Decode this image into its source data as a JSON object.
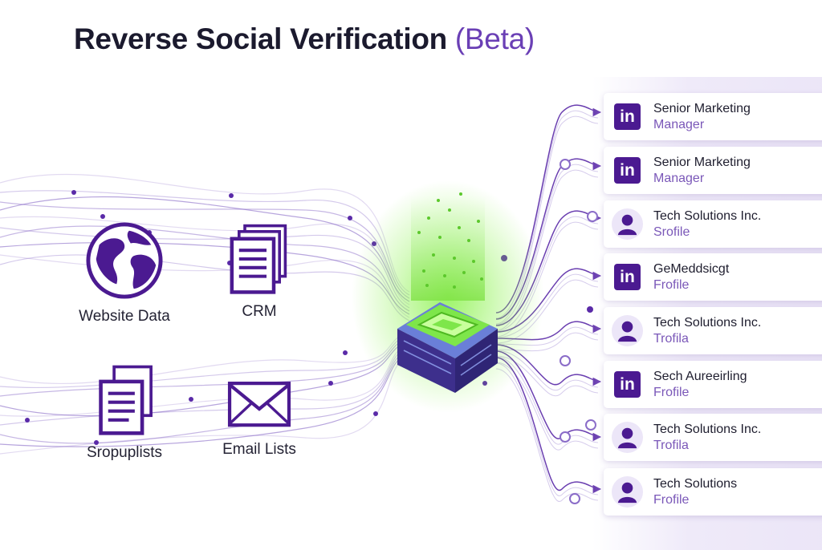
{
  "title": {
    "main": "Reverse Social Verification",
    "beta": "(Beta)"
  },
  "sources": [
    {
      "id": "website",
      "label": "Website Data",
      "icon": "globe-icon"
    },
    {
      "id": "crm",
      "label": "CRM",
      "icon": "document-stack-icon"
    },
    {
      "id": "lists",
      "label": "Sropuplists",
      "icon": "list-document-icon"
    },
    {
      "id": "email",
      "label": "Email Lists",
      "icon": "envelope-icon"
    }
  ],
  "hub": {
    "icon": "processing-chip-icon"
  },
  "profiles": [
    {
      "type": "linkedin",
      "name": "Senior Marketing",
      "sub": "Manager"
    },
    {
      "type": "linkedin",
      "name": "Senior Marketing",
      "sub": "Manager"
    },
    {
      "type": "person",
      "name": "Tech Solutions Inc.",
      "sub": "Srofile"
    },
    {
      "type": "linkedin",
      "name": "GeMeddsicgt",
      "sub": "Frofile"
    },
    {
      "type": "person",
      "name": "Tech Solutions Inc.",
      "sub": "Trofila"
    },
    {
      "type": "linkedin",
      "name": "Sech Aureeirling",
      "sub": "Frofile"
    },
    {
      "type": "person",
      "name": "Tech Solutions Inc.",
      "sub": "Trofila"
    },
    {
      "type": "person",
      "name": "Tech Solutions",
      "sub": "Frofile"
    }
  ],
  "logo_text": "in",
  "colors": {
    "accent": "#5a2aa8",
    "flow": "#8a6cc8",
    "hub_glow": "#7be03f",
    "hub_body": "#4a3a9a",
    "logo_bg": "#4b1a91"
  }
}
